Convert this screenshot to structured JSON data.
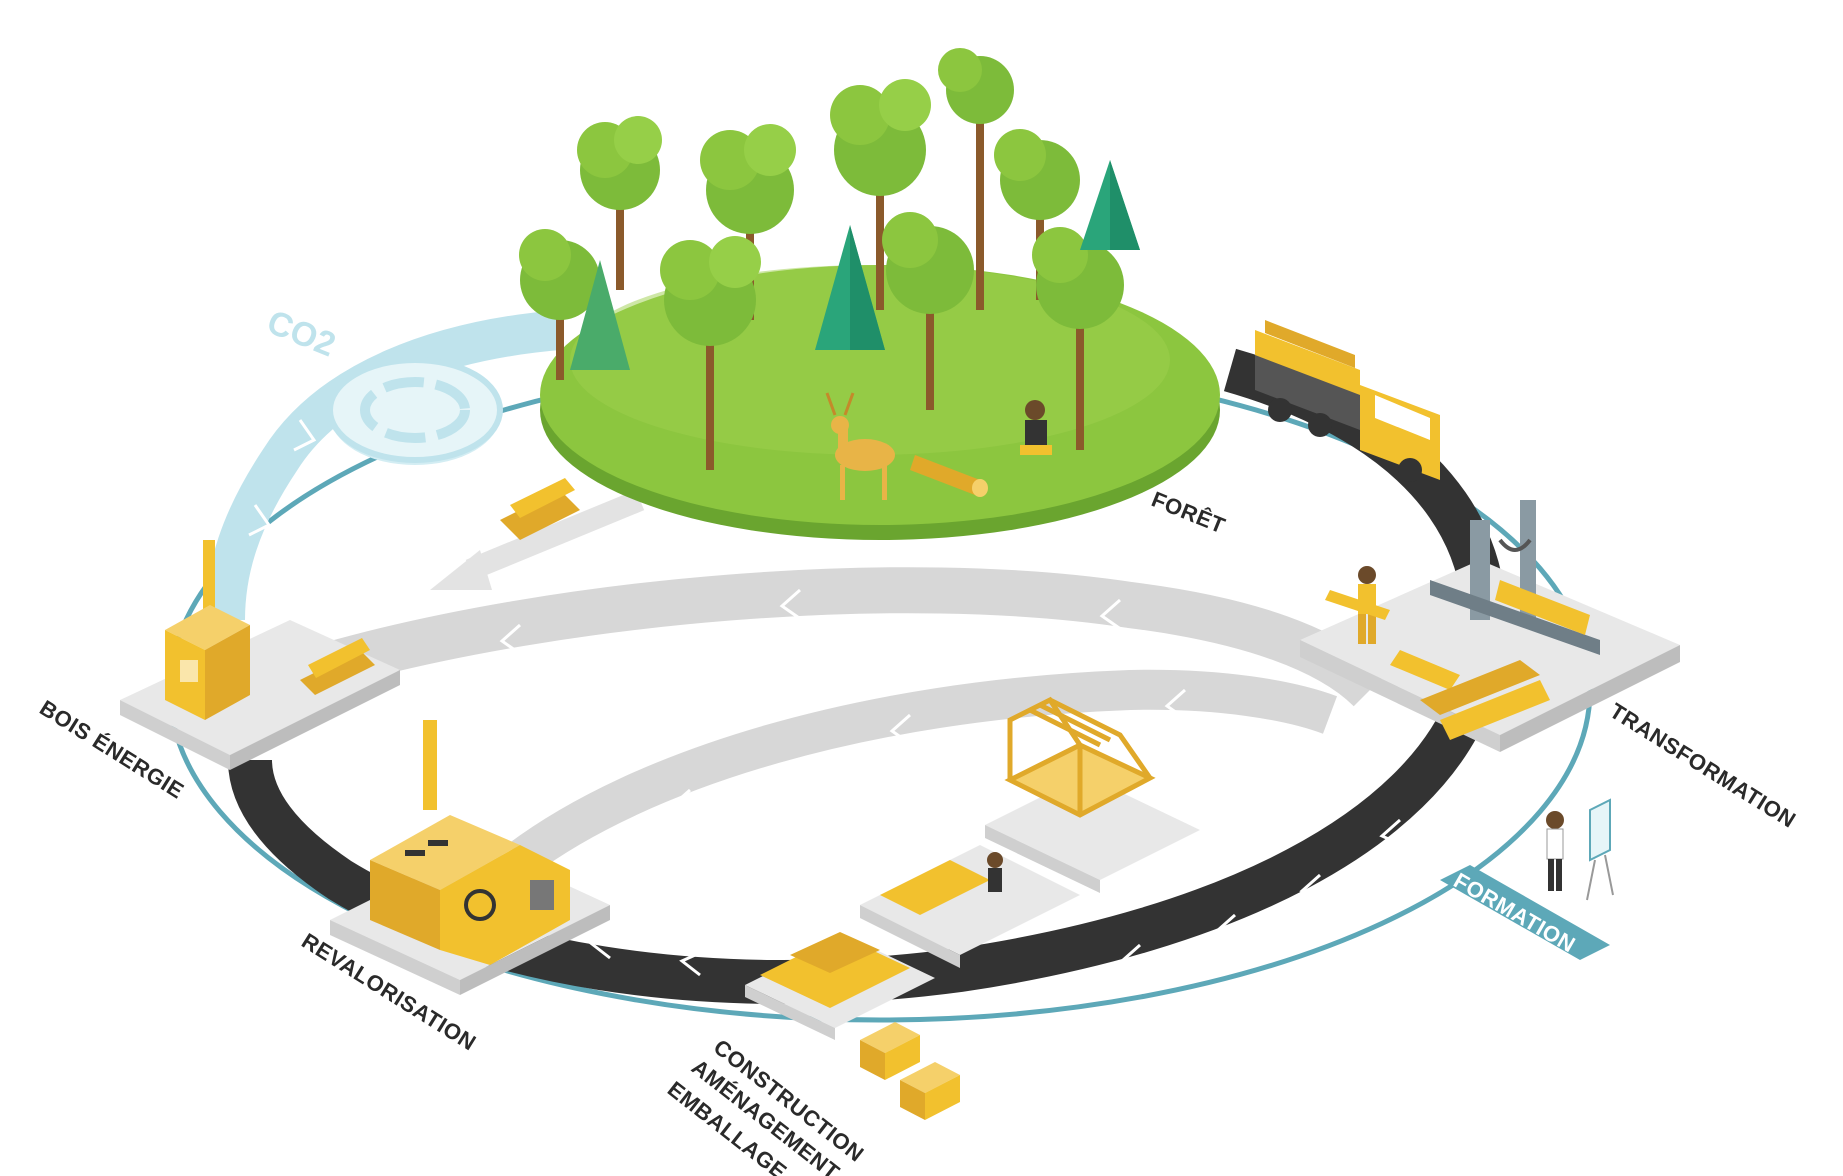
{
  "labels": {
    "co2": "CO2",
    "foret": "FORÊT",
    "transformation": "TRANSFORMATION",
    "formation": "FORMATION",
    "bois_energie": "BOIS ÉNERGIE",
    "revalorisation": "REVALORISATION",
    "construction_line1": "CONSTRUCTION",
    "construction_line2": "AMÉNAGEMENT",
    "construction_line3": "EMBALLAGE"
  },
  "colors": {
    "road": "#333333",
    "ring": "#5da8b8",
    "co2_flow": "#bfe3ec",
    "grey_flow": "#d7d7d7",
    "forest_ground": "#7fb83a",
    "tree_light": "#8cc63f",
    "tree_dark": "#2aa57a",
    "wood": "#f2c12e",
    "platform": "#e8e8e8",
    "label_dark": "#2a2a2a",
    "formation_bg": "#5da8b8"
  },
  "icons": [
    "tree-icon",
    "fir-tree-icon",
    "deer-icon",
    "lumberjack-icon",
    "log-truck-icon",
    "sawmill-icon",
    "stove-icon",
    "recycling-factory-icon",
    "house-frame-icon",
    "pallet-icon",
    "box-icon",
    "teacher-icon",
    "co2-cycle-icon"
  ]
}
